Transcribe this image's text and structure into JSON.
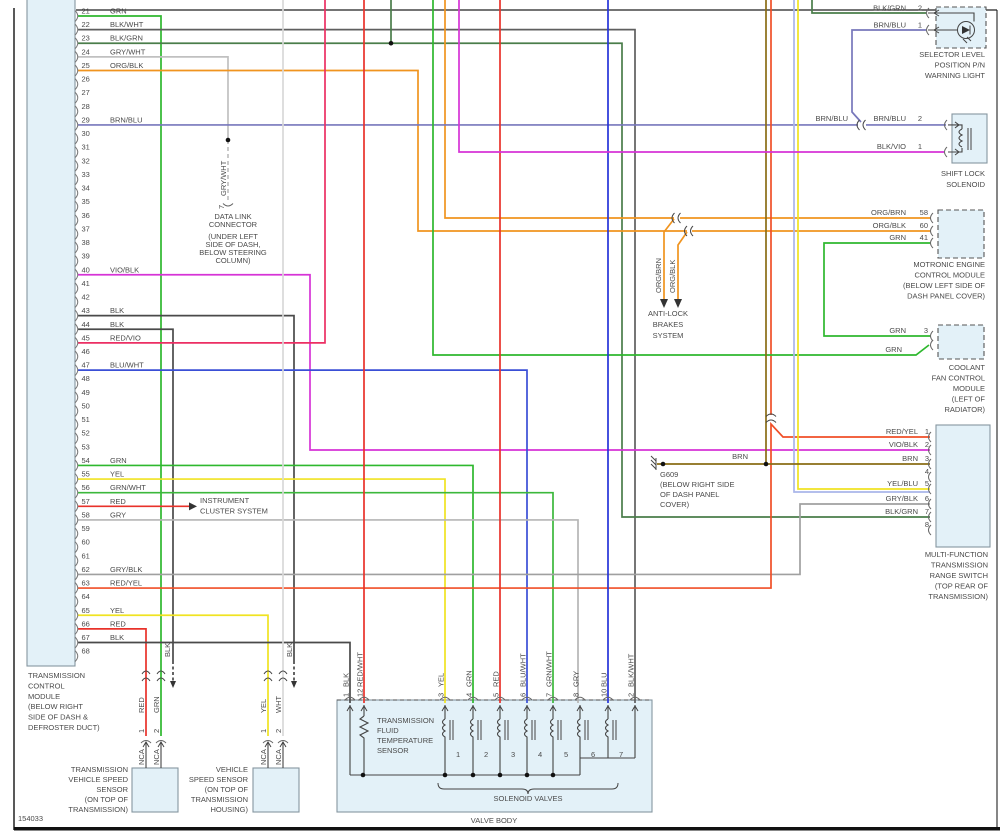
{
  "diagram": {
    "sheet_number": "154033"
  },
  "colors": {
    "GRN": "#2eb82e",
    "BLK": "#4a4a4a",
    "BLK_WHT": "#5f5f5f",
    "BLK_GRN": "#4a7d4a",
    "GRY_WHT": "#c0c0c0",
    "ORG": "#f0941f",
    "BRN_BLU": "#7777bb",
    "VIO_BLK": "#d633d6",
    "RED_VIO": "#ec2f63",
    "BLU_WHT": "#3a4fd6",
    "YEL": "#f0e322",
    "GRN_WHT": "#3cb83c",
    "RED": "#e8322a",
    "GRY": "#b5b5b5",
    "GRY_BLK": "#a0a0a0",
    "RED_YEL": "#f04f27",
    "BRN": "#8a6d15",
    "BLU": "#2633d9",
    "WHT": "#d8d8d8",
    "RED_WHT": "#e8322a",
    "YEL_BLU_B": "#aab6ea",
    "box_fill": "#e3f1f8",
    "box_stroke": "#8696a0",
    "glyph": "#444444",
    "text": "#4a4a4a",
    "border": "#1a1a1a"
  },
  "tcm": {
    "name_lines": [
      "TRANSMISSION",
      "CONTROL",
      "MODULE",
      "(BELOW RIGHT",
      "SIDE OF DASH &",
      "DEFROSTER DUCT)"
    ],
    "pins": [
      {
        "n": "21",
        "label": "GRN"
      },
      {
        "n": "22",
        "label": "BLK/WHT"
      },
      {
        "n": "23",
        "label": "BLK/GRN"
      },
      {
        "n": "24",
        "label": "GRY/WHT"
      },
      {
        "n": "25",
        "label": "ORG/BLK"
      },
      {
        "n": "26",
        "label": ""
      },
      {
        "n": "27",
        "label": ""
      },
      {
        "n": "28",
        "label": ""
      },
      {
        "n": "29",
        "label": "BRN/BLU"
      },
      {
        "n": "30",
        "label": ""
      },
      {
        "n": "31",
        "label": ""
      },
      {
        "n": "32",
        "label": ""
      },
      {
        "n": "33",
        "label": ""
      },
      {
        "n": "34",
        "label": ""
      },
      {
        "n": "35",
        "label": ""
      },
      {
        "n": "36",
        "label": ""
      },
      {
        "n": "37",
        "label": ""
      },
      {
        "n": "38",
        "label": ""
      },
      {
        "n": "39",
        "label": ""
      },
      {
        "n": "40",
        "label": "VIO/BLK"
      },
      {
        "n": "41",
        "label": ""
      },
      {
        "n": "42",
        "label": ""
      },
      {
        "n": "43",
        "label": "BLK"
      },
      {
        "n": "44",
        "label": "BLK"
      },
      {
        "n": "45",
        "label": "RED/VIO"
      },
      {
        "n": "46",
        "label": ""
      },
      {
        "n": "47",
        "label": "BLU/WHT"
      },
      {
        "n": "48",
        "label": ""
      },
      {
        "n": "49",
        "label": ""
      },
      {
        "n": "50",
        "label": ""
      },
      {
        "n": "51",
        "label": ""
      },
      {
        "n": "52",
        "label": ""
      },
      {
        "n": "53",
        "label": ""
      },
      {
        "n": "54",
        "label": "GRN"
      },
      {
        "n": "55",
        "label": "YEL"
      },
      {
        "n": "56",
        "label": "GRN/WHT"
      },
      {
        "n": "57",
        "label": "RED"
      },
      {
        "n": "58",
        "label": "GRY"
      },
      {
        "n": "59",
        "label": ""
      },
      {
        "n": "60",
        "label": ""
      },
      {
        "n": "61",
        "label": ""
      },
      {
        "n": "62",
        "label": "GRY/BLK"
      },
      {
        "n": "63",
        "label": "RED/YEL"
      },
      {
        "n": "64",
        "label": ""
      },
      {
        "n": "65",
        "label": "YEL"
      },
      {
        "n": "66",
        "label": "RED"
      },
      {
        "n": "67",
        "label": "BLK"
      },
      {
        "n": "68",
        "label": ""
      }
    ]
  },
  "components": {
    "data_link_connector": {
      "wire_label": "GRY/WHT",
      "pin_number": "7",
      "name_lines": [
        "DATA LINK",
        "CONNECTOR",
        "(UNDER LEFT",
        "SIDE OF DASH,",
        "BELOW STEERING",
        "COLUMN)"
      ]
    },
    "instrument_cluster": {
      "name_lines": [
        "INSTRUMENT",
        "CLUSTER SYSTEM"
      ]
    },
    "abs": {
      "wire_labels": [
        "ORG/BRN",
        "ORG/BLK"
      ],
      "name_lines": [
        "ANTI-LOCK",
        "BRAKES",
        "SYSTEM"
      ]
    },
    "g609": {
      "wire_label": "BRN",
      "name_lines": [
        "G609",
        "(BELOW RIGHT SIDE",
        "OF DASH PANEL",
        "COVER)"
      ]
    },
    "selector_light": {
      "pins": [
        {
          "label": "BLK/GRN",
          "n": "2"
        },
        {
          "label": "BRN/BLU",
          "n": "1"
        }
      ],
      "name_lines": [
        "SELECTOR LEVEL",
        "POSITION P/N",
        "WARNING LIGHT"
      ]
    },
    "shift_lock": {
      "inline_label": "BRN/BLU",
      "pins": [
        {
          "label": "BRN/BLU",
          "n": "2"
        },
        {
          "label": "BLK/VIO",
          "n": "1"
        }
      ],
      "name_lines": [
        "SHIFT LOCK",
        "SOLENOID"
      ]
    },
    "motronic": {
      "pins": [
        {
          "label": "ORG/BRN",
          "n": "58"
        },
        {
          "label": "ORG/BLK",
          "n": "60"
        },
        {
          "label": "GRN",
          "n": "41"
        }
      ],
      "name_lines": [
        "MOTRONIC ENGINE",
        "CONTROL MODULE",
        "(BELOW LEFT SIDE OF",
        "DASH PANEL COVER)"
      ]
    },
    "coolant_fan": {
      "pins": [
        {
          "label": "GRN",
          "n": "3"
        },
        {
          "label": "GRN",
          "n": ""
        }
      ],
      "name_lines": [
        "COOLANT",
        "FAN CONTROL",
        "MODULE",
        "(LEFT OF",
        "RADIATOR)"
      ]
    },
    "range_switch": {
      "pins": [
        {
          "label": "RED/YEL",
          "n": "1"
        },
        {
          "label": "VIO/BLK",
          "n": "2"
        },
        {
          "label": "BRN",
          "n": "3"
        },
        {
          "label": "",
          "n": "4"
        },
        {
          "label": "YEL/BLU",
          "n": "5"
        },
        {
          "label": "GRY/BLK",
          "n": "6"
        },
        {
          "label": "BLK/GRN",
          "n": "7"
        },
        {
          "label": "",
          "n": "8"
        }
      ],
      "name_lines": [
        "MULTI-FUNCTION",
        "TRANSMISSION",
        "RANGE SWITCH",
        "(TOP REAR OF",
        "TRANSMISSION)"
      ]
    },
    "tvss": {
      "wire_labels": [
        "RED",
        "GRN"
      ],
      "pin_numbers": [
        "1",
        "2"
      ],
      "terminal_labels": [
        "NCA",
        "NCA"
      ],
      "shield_label": "BLK",
      "name_lines": [
        "TRANSMISSION",
        "VEHICLE SPEED",
        "SENSOR",
        "(ON TOP OF",
        "TRANSMISSION)"
      ]
    },
    "vss": {
      "wire_labels": [
        "YEL",
        "WHT"
      ],
      "pin_numbers": [
        "1",
        "2"
      ],
      "terminal_labels": [
        "NCA",
        "NCA"
      ],
      "shield_label": "BLK",
      "name_lines": [
        "VEHICLE",
        "SPEED SENSOR",
        "(ON TOP OF",
        "TRANSMISSION",
        "HOUSING)"
      ]
    },
    "valve_body": {
      "pins": [
        {
          "n": "1",
          "label": "BLK"
        },
        {
          "n": "12",
          "label": "RED/WHT"
        },
        {
          "n": "3",
          "label": "YEL"
        },
        {
          "n": "4",
          "label": "GRN"
        },
        {
          "n": "5",
          "label": "RED"
        },
        {
          "n": "6",
          "label": "BLU/WHT"
        },
        {
          "n": "7",
          "label": "GRN/WHT"
        },
        {
          "n": "8",
          "label": "GRY"
        },
        {
          "n": "10",
          "label": "BLU"
        },
        {
          "n": "2",
          "label": "BLK/WHT"
        }
      ],
      "temp_sensor_lines": [
        "TRANSMISSION",
        "FLUID",
        "TEMPERATURE",
        "SENSOR"
      ],
      "solenoid_numbers": [
        "1",
        "2",
        "3",
        "4",
        "5",
        "6",
        "7"
      ],
      "solenoid_valves_label": "SOLENOID VALVES",
      "valve_body_label": "VALVE BODY"
    }
  }
}
